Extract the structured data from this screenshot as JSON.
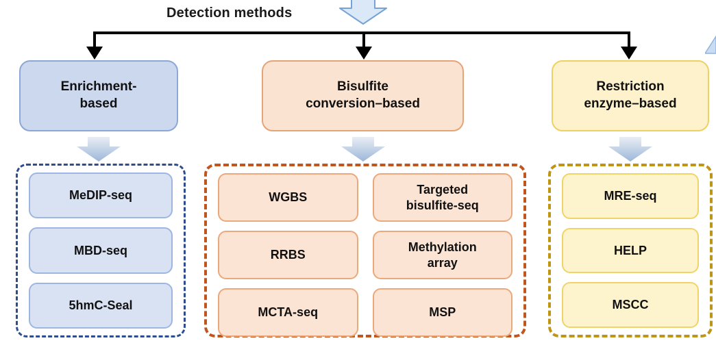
{
  "title": "Detection methods",
  "icons": {
    "top_arrow": "block-arrow-down",
    "category_arrow": "block-arrow-down-gradient",
    "connector": "branching-tree-arrows",
    "edge_decoration": "clipped-blue-wedge"
  },
  "colors": {
    "connector_black": "#000000",
    "top_arrow_fill": "#dbe8f7",
    "top_arrow_stroke": "#76a3d6",
    "grad_arrow_top": "#e9eef5",
    "grad_arrow_bottom": "#9db7d8",
    "blue_category_fill": "#ccd8ee",
    "blue_category_border": "#8ca6d5",
    "blue_item_fill": "#d9e2f3",
    "blue_item_border": "#9db5e0",
    "blue_dash_border": "#2d4d8f",
    "orange_category_fill": "#fbe3d1",
    "orange_category_border": "#e5a477",
    "orange_item_fill": "#fce4d4",
    "orange_item_border": "#eaa87c",
    "orange_dash_border": "#c2551b",
    "yellow_category_fill": "#fdf2cb",
    "yellow_category_border": "#edd161",
    "yellow_item_fill": "#fdf3cd",
    "yellow_item_border": "#f0d468",
    "yellow_dash_border": "#bf9516"
  },
  "columns": [
    {
      "id": "enrichment-based",
      "label": "Enrichment-\nbased",
      "items": [
        {
          "label": "MeDIP-seq"
        },
        {
          "label": "MBD-seq"
        },
        {
          "label": "5hmC-Seal"
        }
      ]
    },
    {
      "id": "bisulfite-conversion-based",
      "label": "Bisulfite\nconversion–based",
      "items": [
        {
          "label": "WGBS"
        },
        {
          "label": "Targeted\nbisulfite-seq"
        },
        {
          "label": "RRBS"
        },
        {
          "label": "Methylation\narray"
        },
        {
          "label": "MCTA-seq"
        },
        {
          "label": "MSP"
        }
      ]
    },
    {
      "id": "restriction-enzyme-based",
      "label": "Restriction\nenzyme–based",
      "items": [
        {
          "label": "MRE-seq"
        },
        {
          "label": "HELP"
        },
        {
          "label": "MSCC"
        }
      ]
    }
  ]
}
